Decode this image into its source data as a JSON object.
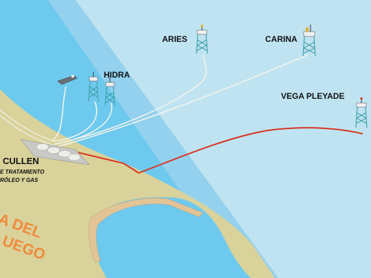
{
  "platforms": {
    "aries": "ARIES",
    "carina": "CARINA",
    "hidra": "HIDRA",
    "vega": "VEGA PLEYADE"
  },
  "plant": {
    "name": "CULLEN",
    "line1": "E TRATAMIENTO",
    "line2": "RÓLEO Y GAS"
  },
  "region": {
    "line1": "A DEL",
    "line2": "UEGO"
  },
  "colors": {
    "sea_deep": "#bfe3f1",
    "sea_shallow": "#6ec9ee",
    "shelf_band": "#93d1ee",
    "land": "#d9d29a",
    "pipeline_gas": "#d9331f",
    "pipeline_oil": "#f4f4ec",
    "region_label": "#f08a3c"
  }
}
